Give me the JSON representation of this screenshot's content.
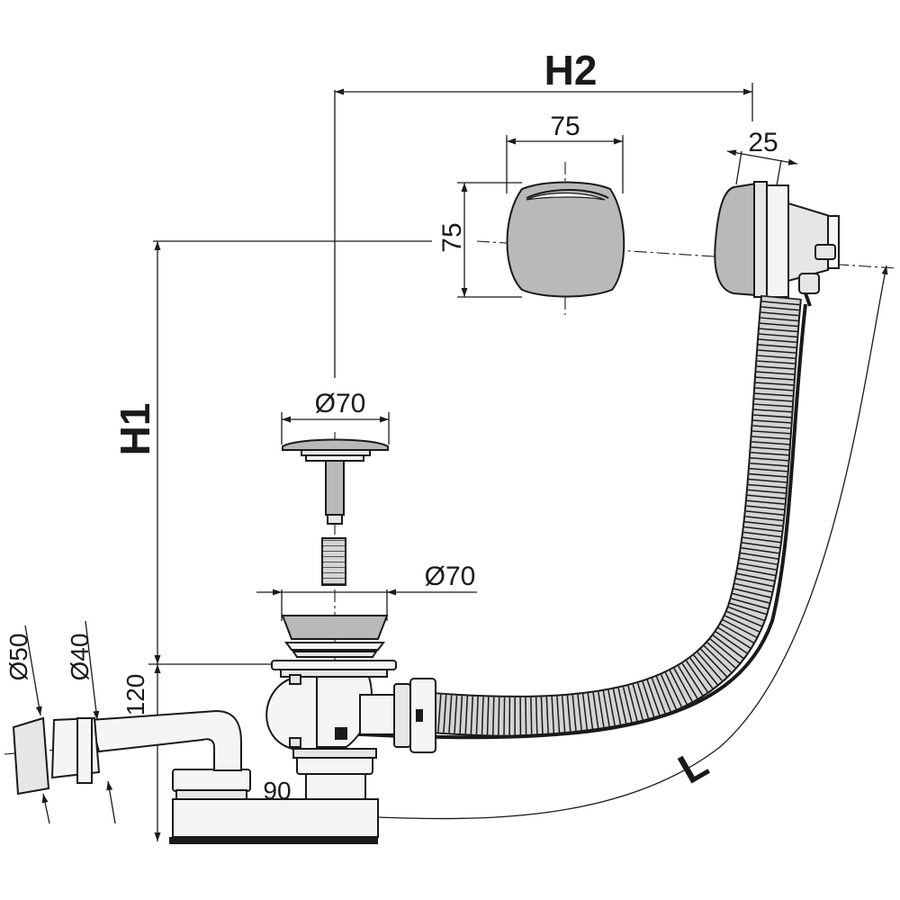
{
  "dimensions": {
    "h2": "H2",
    "h1": "H1",
    "l": "L",
    "overflow_width": "75",
    "overflow_height": "75",
    "overflow_depth": "25",
    "plug_diameter": "Ø70",
    "drain_diameter": "Ø70",
    "outlet_outer": "Ø50",
    "outlet_inner": "Ø40",
    "trap_height": "120",
    "trap_offset": "90"
  },
  "colors": {
    "line": "#1a1a1a",
    "metal": "#b9b9b9",
    "plastic": "#e6e6e6"
  }
}
